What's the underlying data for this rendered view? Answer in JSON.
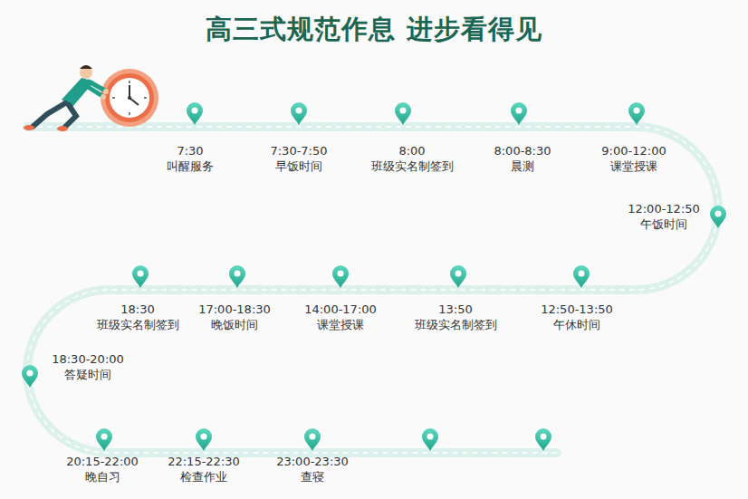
{
  "diagram": {
    "title": "高三式规范作息 进步看得见",
    "labels": [
      "7:30",
      "叫醒服务",
      "7:30-7:50",
      "早饭时间",
      "8:00",
      "班级实名制签到",
      "8:00-8:30",
      "晨测",
      "9:00-12:00",
      "课堂授课",
      "12:00-12:50",
      "午饭时间",
      "12:50-13:50",
      "午休时间",
      "13:50",
      "班级实名制签到",
      "14:00-17:00",
      "课堂授课",
      "17:00-18:30",
      "晚饭时间",
      "18:30",
      "班级实名制签到",
      "18:30-20:00",
      "答疑时间",
      "20:15-22:00",
      "晚自习",
      "22:15-22:30",
      "检查作业",
      "23:00-23:30",
      "查寝"
    ]
  }
}
